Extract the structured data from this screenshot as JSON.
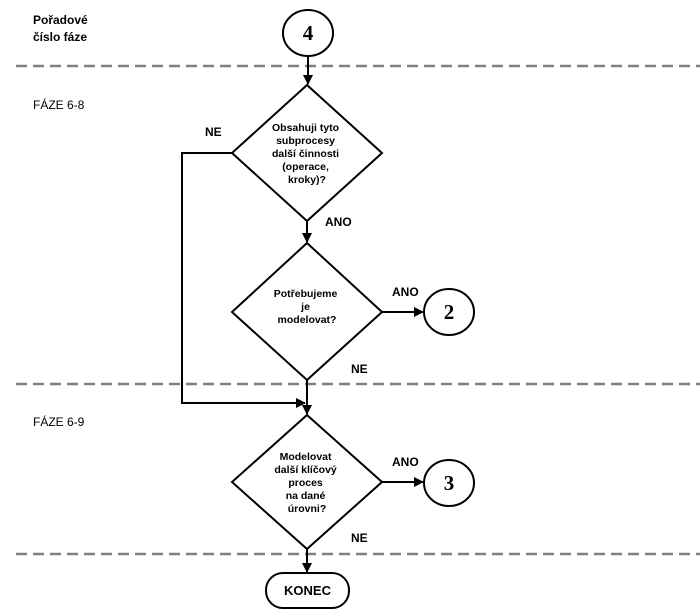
{
  "legend": {
    "order_label_line1": "Pořadové",
    "order_label_line2": "číslo fáze"
  },
  "phases": [
    {
      "label": "FÁZE 6-8"
    },
    {
      "label": "FÁZE 6-9"
    }
  ],
  "connectors": {
    "start": "4",
    "yes_target_1": "2",
    "yes_target_2": "3"
  },
  "decisions": [
    {
      "lines": [
        "Obsahuji tyto",
        "subprocesy",
        "další činnosti",
        "(operace,",
        "kroky)?"
      ]
    },
    {
      "lines": [
        "Potřebujeme",
        "je",
        "modelovat?"
      ]
    },
    {
      "lines": [
        "Modelovat",
        "další klíčový",
        "proces",
        "na dané",
        "úrovni?"
      ]
    }
  ],
  "edge_labels": {
    "d1_no": "NE",
    "d1_yes": "ANO",
    "d2_yes": "ANO",
    "d2_no": "NE",
    "d3_yes": "ANO",
    "d3_no": "NE"
  },
  "terminal": {
    "end_label": "KONEC"
  }
}
